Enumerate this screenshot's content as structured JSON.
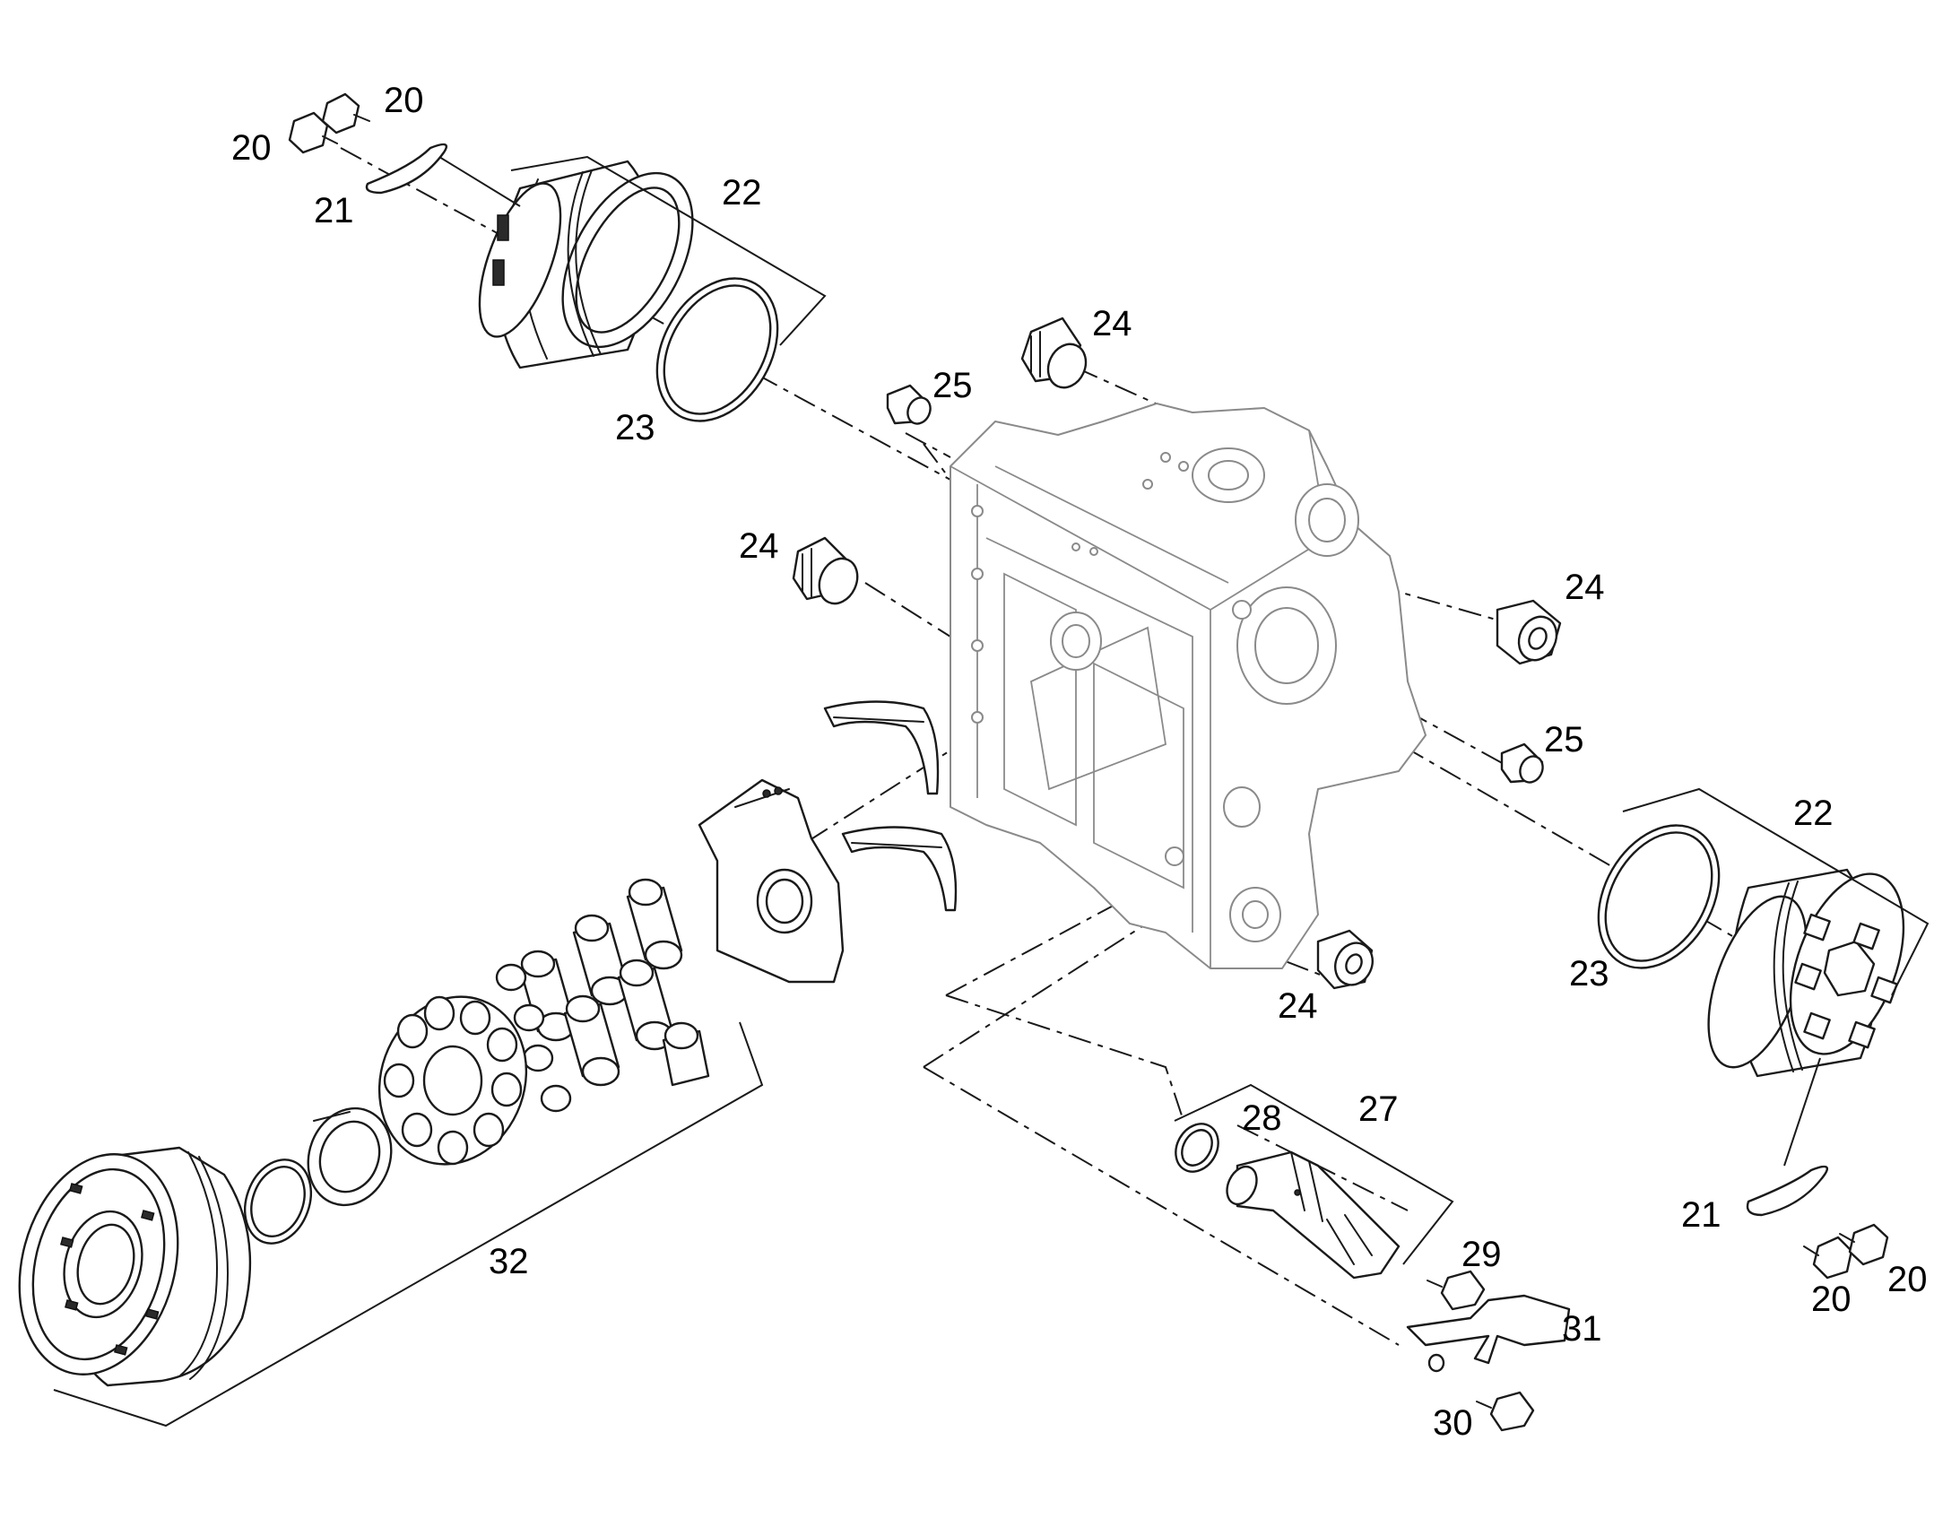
{
  "callouts": {
    "c20_top_a": "20",
    "c20_top_b": "20",
    "c21_top": "21",
    "c22_top": "22",
    "c23_top": "23",
    "c24_a": "24",
    "c25_a": "25",
    "c24_b": "24",
    "c24_c": "24",
    "c25_b": "25",
    "c22_right": "22",
    "c23_right": "23",
    "c24_d": "24",
    "c27": "27",
    "c28": "28",
    "c29": "29",
    "c31": "31",
    "c30": "30",
    "c21_right": "21",
    "c20_right_a": "20",
    "c20_right_b": "20",
    "c32": "32"
  }
}
